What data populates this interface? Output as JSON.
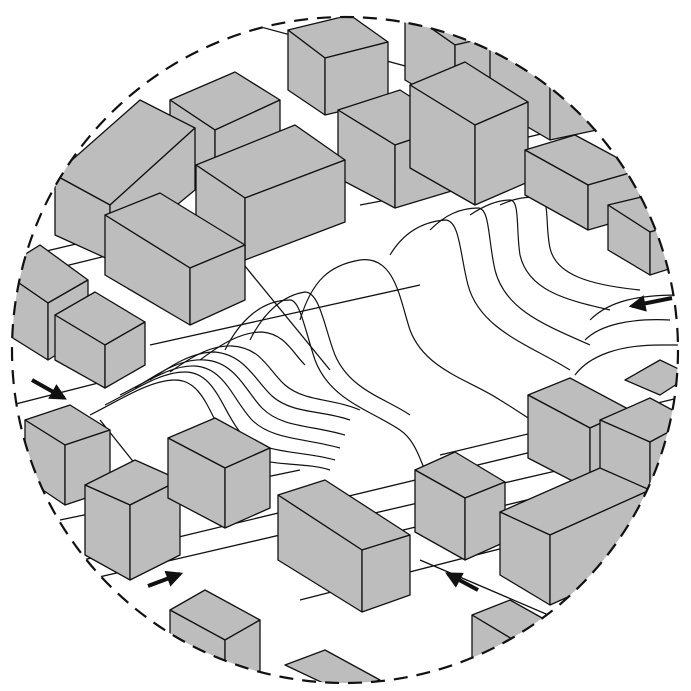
{
  "diagram": {
    "colors": {
      "building_fill": "#bdbdbd",
      "stroke": "#111111",
      "background": "#ffffff"
    },
    "boundary": {
      "style": "dashed-circle"
    },
    "arrows": [
      {
        "name": "arrow-east-upper",
        "direction": "east"
      },
      {
        "name": "arrow-east-lower",
        "direction": "east"
      },
      {
        "name": "arrow-west-lower",
        "direction": "west"
      },
      {
        "name": "arrow-west-right",
        "direction": "west"
      }
    ],
    "contour_count": 12
  }
}
